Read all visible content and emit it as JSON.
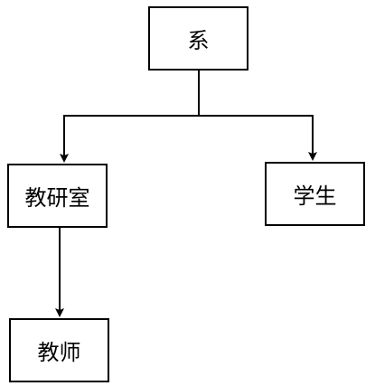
{
  "diagram": {
    "nodes": {
      "department": "系",
      "teaching_office": "教研室",
      "student": "学生",
      "teacher": "教师"
    },
    "edges": [
      {
        "from": "系",
        "to": "教研室"
      },
      {
        "from": "系",
        "to": "学生"
      },
      {
        "from": "教研室",
        "to": "教师"
      }
    ]
  }
}
